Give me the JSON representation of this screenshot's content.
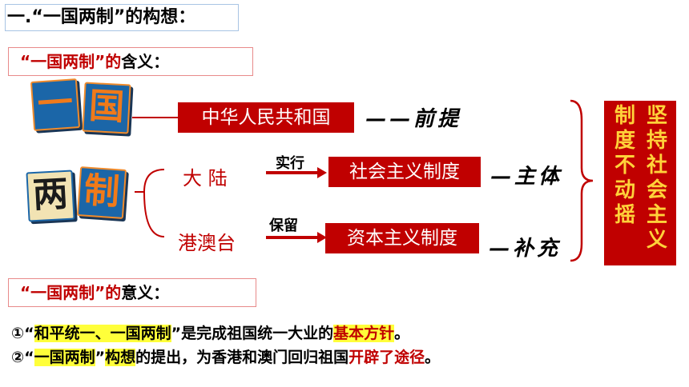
{
  "title": "一.“一国两制”的构想：",
  "meaning": {
    "quote": "“一国两制”",
    "de": "的",
    "rest": "含义："
  },
  "tiles": {
    "yi": "一",
    "guo": "国",
    "liang": "两",
    "zhi": "制"
  },
  "country": "中华人民共和国",
  "premise": "——前提",
  "mainland": "大 陆",
  "hkmt": "港澳台",
  "implement": "实行",
  "retain": "保留",
  "socialism": "社会主义制度",
  "capitalism": "资本主义制度",
  "main_body": "—主体",
  "supplement": "—补充",
  "vertical": {
    "col1": "坚持社会主义",
    "col2": "制度不动摇"
  },
  "significance": {
    "quote": "“一国两制”",
    "de": "的",
    "rest": "意义："
  },
  "items": [
    {
      "num": "①",
      "q_open": "“",
      "hl": "和平统一、一国两制",
      "q_close": "”",
      "text": "是完成祖国统一大业的",
      "emph": "基本方针",
      "end": "。"
    },
    {
      "num": "②",
      "q_open": "“",
      "hl": "一国两制",
      "q_close": "”",
      "hl2": "构想",
      "text": "的提出，为香港和澳门回归祖国",
      "emph": "开辟了途径",
      "end": "。"
    }
  ],
  "colors": {
    "accent_red": "#c00000",
    "tile_blue": "#1b66a8",
    "tile_orange": "#f08b2c",
    "highlight": "#ffff3a",
    "vertical_text": "#ffd23a"
  }
}
